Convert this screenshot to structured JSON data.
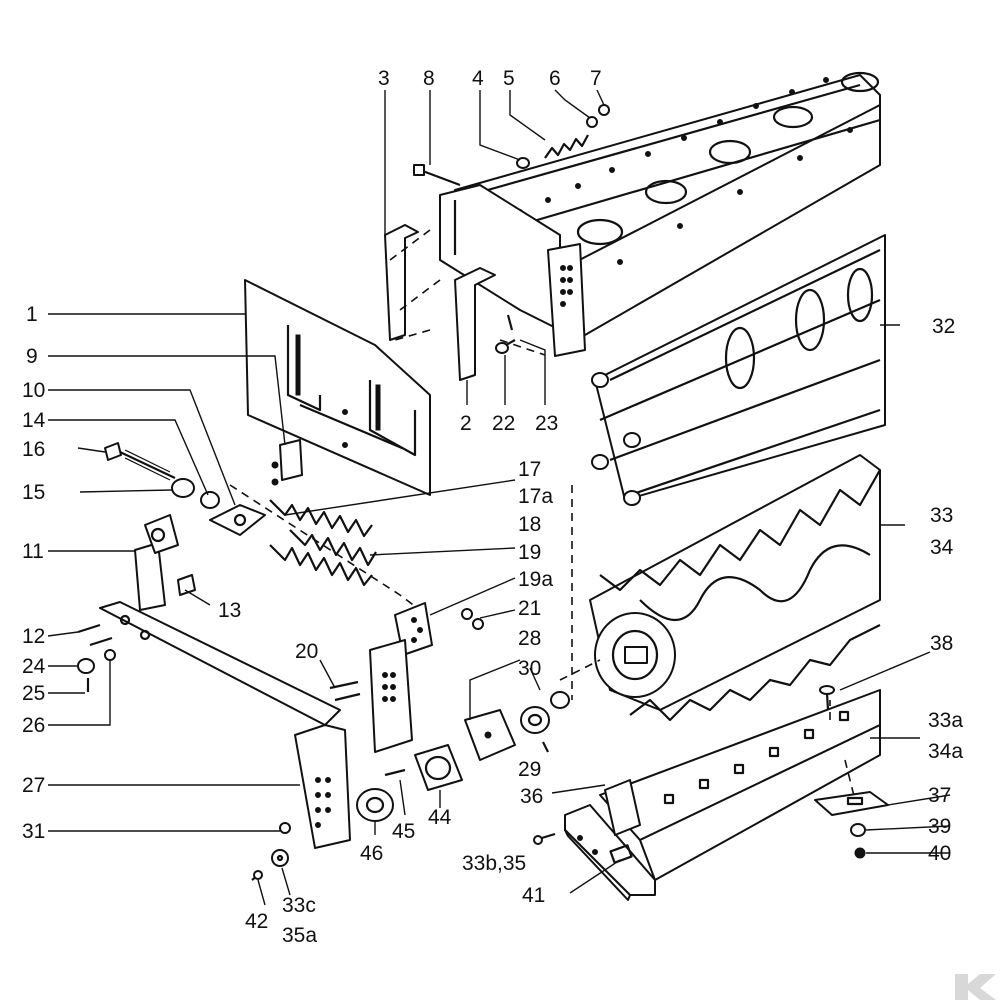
{
  "labels": {
    "l1": "1",
    "l2": "2",
    "l3": "3",
    "l4": "4",
    "l5": "5",
    "l6": "6",
    "l7": "7",
    "l8": "8",
    "l9": "9",
    "l10": "10",
    "l11": "11",
    "l12": "12",
    "l13": "13",
    "l14": "14",
    "l15": "15",
    "l16": "16",
    "l17": "17",
    "l17a": "17a",
    "l18": "18",
    "l19": "19",
    "l19a": "19a",
    "l20": "20",
    "l21": "21",
    "l22": "22",
    "l23": "23",
    "l24": "24",
    "l25": "25",
    "l26": "26",
    "l27": "27",
    "l28": "28",
    "l29": "29",
    "l30": "30",
    "l31": "31",
    "l32": "32",
    "l33": "33",
    "l34": "34",
    "l33a": "33a",
    "l34a": "34a",
    "l33b35": "33b,35",
    "l33c": "33c",
    "l35a": "35a",
    "l36": "36",
    "l37": "37",
    "l38": "38",
    "l39": "39",
    "l40": "40",
    "l41": "41",
    "l42": "42",
    "l44": "44",
    "l45": "45",
    "l46": "46"
  },
  "colors": {
    "ink": "#111111",
    "paper": "#ffffff"
  },
  "logo_icon": "k-logo-icon"
}
